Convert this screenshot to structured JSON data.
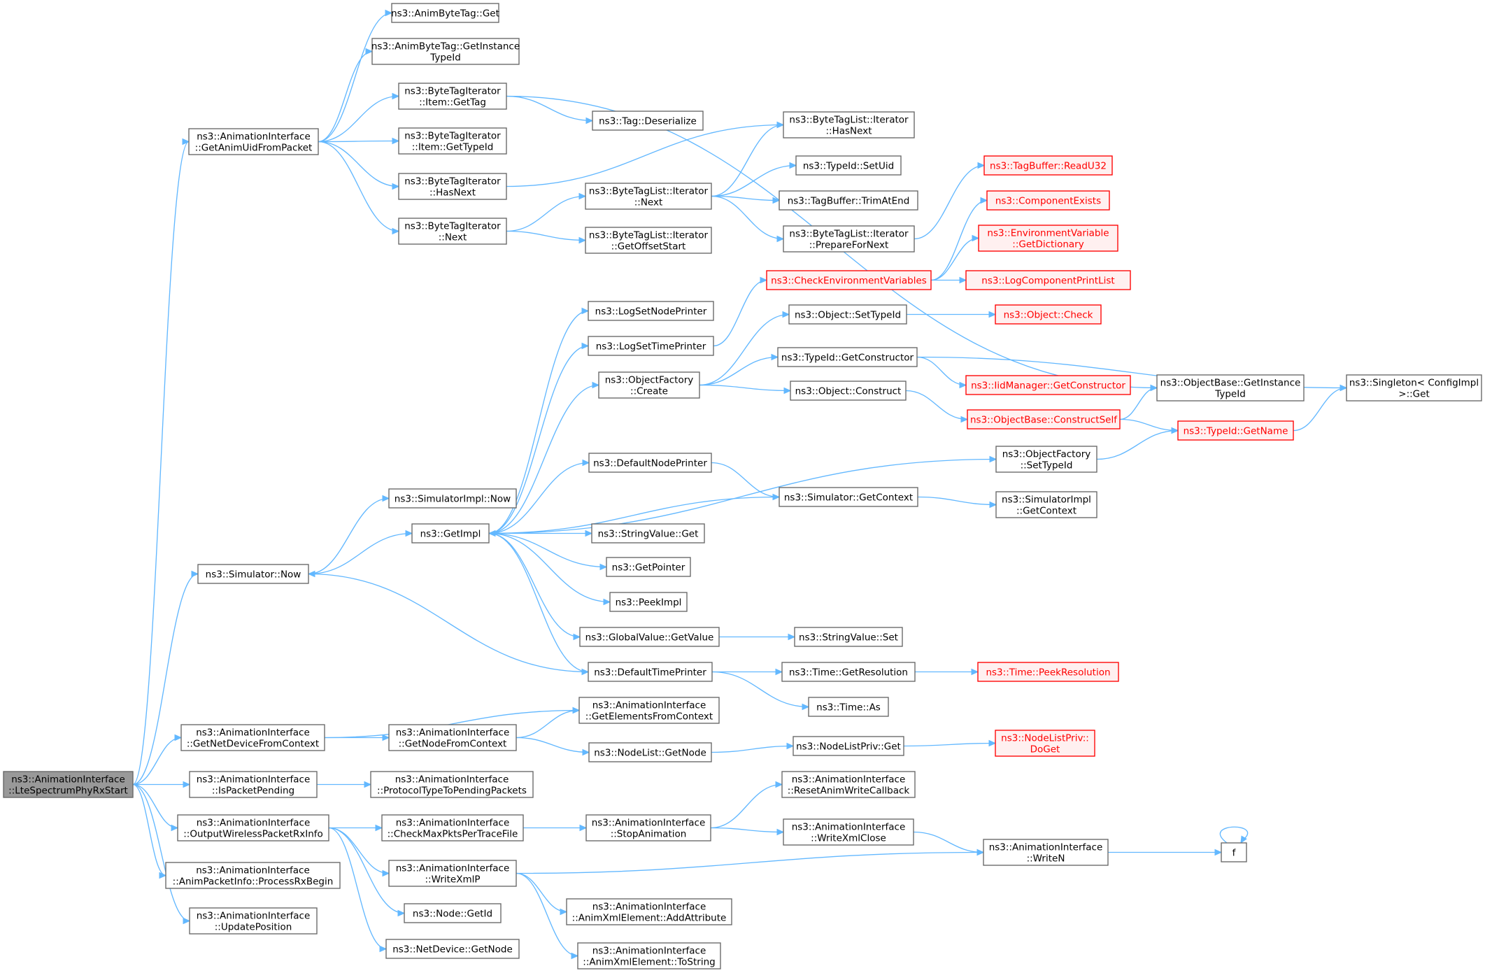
{
  "graph": {
    "nodes": [
      {
        "id": "root",
        "lines": [
          "ns3::AnimationInterface",
          "::LteSpectrumPhyRxStart"
        ],
        "style": "root"
      },
      {
        "id": "getAnimUid",
        "lines": [
          "ns3::AnimationInterface",
          "::GetAnimUidFromPacket"
        ]
      },
      {
        "id": "animByteTagGet",
        "lines": [
          "ns3::AnimByteTag::Get"
        ]
      },
      {
        "id": "animByteTagGetInst",
        "lines": [
          "ns3::AnimByteTag::GetInstance",
          "TypeId"
        ]
      },
      {
        "id": "btiItemGetTag",
        "lines": [
          "ns3::ByteTagIterator",
          "::Item::GetTag"
        ]
      },
      {
        "id": "btiItemGetTypeId",
        "lines": [
          "ns3::ByteTagIterator",
          "::Item::GetTypeId"
        ]
      },
      {
        "id": "btiHasNext",
        "lines": [
          "ns3::ByteTagIterator",
          "::HasNext"
        ]
      },
      {
        "id": "btiNext",
        "lines": [
          "ns3::ByteTagIterator",
          "::Next"
        ]
      },
      {
        "id": "tagDeserialize",
        "lines": [
          "ns3::Tag::Deserialize"
        ]
      },
      {
        "id": "btlIterNext",
        "lines": [
          "ns3::ByteTagList::Iterator",
          "::Next"
        ]
      },
      {
        "id": "btlIterGetOffset",
        "lines": [
          "ns3::ByteTagList::Iterator",
          "::GetOffsetStart"
        ]
      },
      {
        "id": "btlIterHasNext",
        "lines": [
          "ns3::ByteTagList::Iterator",
          "::HasNext"
        ]
      },
      {
        "id": "typeIdSetUid",
        "lines": [
          "ns3::TypeId::SetUid"
        ]
      },
      {
        "id": "tagBufferTrim",
        "lines": [
          "ns3::TagBuffer::TrimAtEnd"
        ]
      },
      {
        "id": "btlIterPrepare",
        "lines": [
          "ns3::ByteTagList::Iterator",
          "::PrepareForNext"
        ]
      },
      {
        "id": "tagBufferReadU32",
        "lines": [
          "ns3::TagBuffer::ReadU32"
        ],
        "style": "red"
      },
      {
        "id": "componentExists",
        "lines": [
          "ns3::ComponentExists"
        ],
        "style": "red"
      },
      {
        "id": "envVarGetDict",
        "lines": [
          "ns3::EnvironmentVariable",
          "::GetDictionary"
        ],
        "style": "red"
      },
      {
        "id": "logCompPrintList",
        "lines": [
          "ns3::LogComponentPrintList"
        ],
        "style": "red"
      },
      {
        "id": "checkEnvVars",
        "lines": [
          "ns3::CheckEnvironmentVariables"
        ],
        "style": "red"
      },
      {
        "id": "logSetNodePrinter",
        "lines": [
          "ns3::LogSetNodePrinter"
        ]
      },
      {
        "id": "logSetTimePrinter",
        "lines": [
          "ns3::LogSetTimePrinter"
        ]
      },
      {
        "id": "objFactoryCreate",
        "lines": [
          "ns3::ObjectFactory",
          "::Create"
        ]
      },
      {
        "id": "objectSetTypeId",
        "lines": [
          "ns3::Object::SetTypeId"
        ]
      },
      {
        "id": "objectCheck",
        "lines": [
          "ns3::Object::Check"
        ],
        "style": "red"
      },
      {
        "id": "typeIdGetConstructor",
        "lines": [
          "ns3::TypeId::GetConstructor"
        ]
      },
      {
        "id": "iidMgrGetConstructor",
        "lines": [
          "ns3::IidManager::GetConstructor"
        ],
        "style": "red"
      },
      {
        "id": "objectConstruct",
        "lines": [
          "ns3::Object::Construct"
        ]
      },
      {
        "id": "objBaseConstructSelf",
        "lines": [
          "ns3::ObjectBase::ConstructSelf"
        ],
        "style": "red"
      },
      {
        "id": "objBaseGetInstTypeId",
        "lines": [
          "ns3::ObjectBase::GetInstance",
          "TypeId"
        ]
      },
      {
        "id": "singletonGet",
        "lines": [
          "ns3::Singleton< ConfigImpl",
          ">::Get"
        ]
      },
      {
        "id": "typeIdGetName",
        "lines": [
          "ns3::TypeId::GetName"
        ],
        "style": "red"
      },
      {
        "id": "objFactorySetTypeId",
        "lines": [
          "ns3::ObjectFactory",
          "::SetTypeId"
        ]
      },
      {
        "id": "defaultNodePrinter",
        "lines": [
          "ns3::DefaultNodePrinter"
        ]
      },
      {
        "id": "simGetContext",
        "lines": [
          "ns3::Simulator::GetContext"
        ]
      },
      {
        "id": "simImplGetContext",
        "lines": [
          "ns3::SimulatorImpl",
          "::GetContext"
        ]
      },
      {
        "id": "simImplNow",
        "lines": [
          "ns3::SimulatorImpl::Now"
        ]
      },
      {
        "id": "getImpl",
        "lines": [
          "ns3::GetImpl"
        ]
      },
      {
        "id": "simNow",
        "lines": [
          "ns3::Simulator::Now"
        ]
      },
      {
        "id": "stringValueGet",
        "lines": [
          "ns3::StringValue::Get"
        ]
      },
      {
        "id": "getPointer",
        "lines": [
          "ns3::GetPointer"
        ]
      },
      {
        "id": "peekImpl",
        "lines": [
          "ns3::PeekImpl"
        ]
      },
      {
        "id": "globalValueGetValue",
        "lines": [
          "ns3::GlobalValue::GetValue"
        ]
      },
      {
        "id": "stringValueSet",
        "lines": [
          "ns3::StringValue::Set"
        ]
      },
      {
        "id": "defaultTimePrinter",
        "lines": [
          "ns3::DefaultTimePrinter"
        ]
      },
      {
        "id": "timeGetResolution",
        "lines": [
          "ns3::Time::GetResolution"
        ]
      },
      {
        "id": "timePeekResolution",
        "lines": [
          "ns3::Time::PeekResolution"
        ],
        "style": "red"
      },
      {
        "id": "timeAs",
        "lines": [
          "ns3::Time::As"
        ]
      },
      {
        "id": "getNetDevice",
        "lines": [
          "ns3::AnimationInterface",
          "::GetNetDeviceFromContext"
        ]
      },
      {
        "id": "getNodeFromContext",
        "lines": [
          "ns3::AnimationInterface",
          "::GetNodeFromContext"
        ]
      },
      {
        "id": "getElements",
        "lines": [
          "ns3::AnimationInterface",
          "::GetElementsFromContext"
        ]
      },
      {
        "id": "nodeListGetNode",
        "lines": [
          "ns3::NodeList::GetNode"
        ]
      },
      {
        "id": "nodeListPrivGet",
        "lines": [
          "ns3::NodeListPriv::Get"
        ]
      },
      {
        "id": "nodeListPrivDoGet",
        "lines": [
          "ns3::NodeListPriv::",
          "DoGet"
        ],
        "style": "red"
      },
      {
        "id": "isPacketPending",
        "lines": [
          "ns3::AnimationInterface",
          "::IsPacketPending"
        ]
      },
      {
        "id": "protocolType",
        "lines": [
          "ns3::AnimationInterface",
          "::ProtocolTypeToPendingPackets"
        ]
      },
      {
        "id": "outputWireless",
        "lines": [
          "ns3::AnimationInterface",
          "::OutputWirelessPacketRxInfo"
        ]
      },
      {
        "id": "checkMaxPkts",
        "lines": [
          "ns3::AnimationInterface",
          "::CheckMaxPktsPerTraceFile"
        ]
      },
      {
        "id": "stopAnimation",
        "lines": [
          "ns3::AnimationInterface",
          "::StopAnimation"
        ]
      },
      {
        "id": "resetAnimWrite",
        "lines": [
          "ns3::AnimationInterface",
          "::ResetAnimWriteCallback"
        ]
      },
      {
        "id": "writeXmlClose",
        "lines": [
          "ns3::AnimationInterface",
          "::WriteXmlClose"
        ]
      },
      {
        "id": "writeN",
        "lines": [
          "ns3::AnimationInterface",
          "::WriteN"
        ]
      },
      {
        "id": "f",
        "lines": [
          "f"
        ]
      },
      {
        "id": "writeXmlP",
        "lines": [
          "ns3::AnimationInterface",
          "::WriteXmlP"
        ]
      },
      {
        "id": "addAttribute",
        "lines": [
          "ns3::AnimationInterface",
          "::AnimXmlElement::AddAttribute"
        ]
      },
      {
        "id": "toString",
        "lines": [
          "ns3::AnimationInterface",
          "::AnimXmlElement::ToString"
        ]
      },
      {
        "id": "nodeGetId",
        "lines": [
          "ns3::Node::GetId"
        ]
      },
      {
        "id": "netDeviceGetNode",
        "lines": [
          "ns3::NetDevice::GetNode"
        ]
      },
      {
        "id": "processRxBegin",
        "lines": [
          "ns3::AnimationInterface",
          "::AnimPacketInfo::ProcessRxBegin"
        ]
      },
      {
        "id": "updatePosition",
        "lines": [
          "ns3::AnimationInterface",
          "::UpdatePosition"
        ]
      }
    ],
    "edges": [
      [
        "root",
        "getAnimUid"
      ],
      [
        "root",
        "simNow"
      ],
      [
        "root",
        "getNetDevice"
      ],
      [
        "root",
        "isPacketPending"
      ],
      [
        "root",
        "outputWireless"
      ],
      [
        "root",
        "processRxBegin"
      ],
      [
        "root",
        "updatePosition"
      ],
      [
        "getAnimUid",
        "animByteTagGet"
      ],
      [
        "getAnimUid",
        "animByteTagGetInst"
      ],
      [
        "getAnimUid",
        "btiItemGetTag"
      ],
      [
        "getAnimUid",
        "btiItemGetTypeId"
      ],
      [
        "getAnimUid",
        "btiHasNext"
      ],
      [
        "getAnimUid",
        "btiNext"
      ],
      [
        "btiItemGetTag",
        "objBaseGetInstTypeId"
      ],
      [
        "btiItemGetTag",
        "tagDeserialize"
      ],
      [
        "btiHasNext",
        "btlIterHasNext"
      ],
      [
        "btiNext",
        "btlIterNext"
      ],
      [
        "btiNext",
        "btlIterGetOffset"
      ],
      [
        "btlIterNext",
        "btlIterHasNext"
      ],
      [
        "btlIterNext",
        "typeIdSetUid"
      ],
      [
        "btlIterNext",
        "tagBufferTrim"
      ],
      [
        "btlIterNext",
        "btlIterPrepare"
      ],
      [
        "btlIterPrepare",
        "tagBufferReadU32"
      ],
      [
        "checkEnvVars",
        "componentExists"
      ],
      [
        "checkEnvVars",
        "envVarGetDict"
      ],
      [
        "checkEnvVars",
        "logCompPrintList"
      ],
      [
        "logSetTimePrinter",
        "checkEnvVars"
      ],
      [
        "objFactoryCreate",
        "objectSetTypeId"
      ],
      [
        "objFactoryCreate",
        "typeIdGetConstructor"
      ],
      [
        "objFactoryCreate",
        "objectConstruct"
      ],
      [
        "objectSetTypeId",
        "objectCheck"
      ],
      [
        "typeIdGetConstructor",
        "iidMgrGetConstructor"
      ],
      [
        "typeIdGetConstructor",
        "singletonGet"
      ],
      [
        "objectConstruct",
        "objBaseConstructSelf"
      ],
      [
        "objBaseConstructSelf",
        "objBaseGetInstTypeId"
      ],
      [
        "objBaseConstructSelf",
        "typeIdGetName"
      ],
      [
        "typeIdGetName",
        "singletonGet"
      ],
      [
        "objFactorySetTypeId",
        "typeIdGetName"
      ],
      [
        "defaultNodePrinter",
        "simGetContext"
      ],
      [
        "simGetContext",
        "getImpl"
      ],
      [
        "simGetContext",
        "simImplGetContext"
      ],
      [
        "simNow",
        "simImplNow"
      ],
      [
        "simNow",
        "getImpl"
      ],
      [
        "getImpl",
        "logSetNodePrinter"
      ],
      [
        "getImpl",
        "logSetTimePrinter"
      ],
      [
        "getImpl",
        "objFactoryCreate"
      ],
      [
        "getImpl",
        "objFactorySetTypeId"
      ],
      [
        "getImpl",
        "defaultNodePrinter"
      ],
      [
        "getImpl",
        "stringValueGet"
      ],
      [
        "getImpl",
        "getPointer"
      ],
      [
        "getImpl",
        "peekImpl"
      ],
      [
        "getImpl",
        "globalValueGetValue"
      ],
      [
        "getImpl",
        "defaultTimePrinter"
      ],
      [
        "globalValueGetValue",
        "stringValueSet"
      ],
      [
        "defaultTimePrinter",
        "simNow"
      ],
      [
        "defaultTimePrinter",
        "timeGetResolution"
      ],
      [
        "defaultTimePrinter",
        "timeAs"
      ],
      [
        "timeGetResolution",
        "timePeekResolution"
      ],
      [
        "getNetDevice",
        "getElements"
      ],
      [
        "getNetDevice",
        "getNodeFromContext"
      ],
      [
        "getNodeFromContext",
        "getElements"
      ],
      [
        "getNodeFromContext",
        "nodeListGetNode"
      ],
      [
        "nodeListGetNode",
        "nodeListPrivGet"
      ],
      [
        "nodeListPrivGet",
        "nodeListPrivDoGet"
      ],
      [
        "isPacketPending",
        "protocolType"
      ],
      [
        "outputWireless",
        "checkMaxPkts"
      ],
      [
        "outputWireless",
        "writeXmlP"
      ],
      [
        "outputWireless",
        "nodeGetId"
      ],
      [
        "outputWireless",
        "netDeviceGetNode"
      ],
      [
        "checkMaxPkts",
        "stopAnimation"
      ],
      [
        "stopAnimation",
        "resetAnimWrite"
      ],
      [
        "stopAnimation",
        "writeXmlClose"
      ],
      [
        "writeXmlClose",
        "writeN"
      ],
      [
        "writeN",
        "f"
      ],
      [
        "f",
        "f"
      ],
      [
        "writeXmlP",
        "writeN"
      ],
      [
        "writeXmlP",
        "addAttribute"
      ],
      [
        "writeXmlP",
        "toString"
      ]
    ]
  }
}
